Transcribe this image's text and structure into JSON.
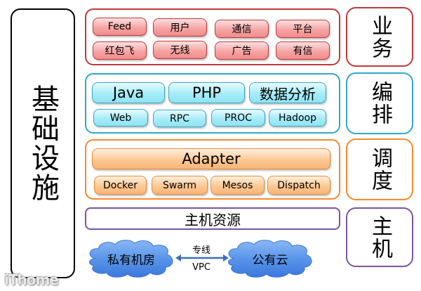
{
  "infrastructure": {
    "label": "基础设施"
  },
  "layers": {
    "business": {
      "side_label": "业务",
      "color": "#c0393b",
      "row1": [
        "Feed",
        "用户",
        "通信",
        "平台"
      ],
      "row2": [
        "红包飞",
        "无线",
        "广告",
        "有信"
      ]
    },
    "orchestration": {
      "side_label": "编排",
      "color": "#32a8c8",
      "row1": [
        "Java",
        "PHP",
        "数据分析"
      ],
      "row2": [
        "Web",
        "RPC",
        "PROC",
        "Hadoop"
      ]
    },
    "scheduling": {
      "side_label": "调度",
      "color": "#f68a2f",
      "row1": [
        "Adapter"
      ],
      "row2": [
        "Docker",
        "Swarm",
        "Mesos",
        "Dispatch"
      ]
    },
    "host": {
      "side_label": "主机",
      "color": "#7955a0",
      "resource_label": "主机资源",
      "private_cloud": "私有机房",
      "public_cloud": "公有云",
      "link_top": "专线",
      "link_bottom": "VPC"
    }
  },
  "watermark": "iThome"
}
